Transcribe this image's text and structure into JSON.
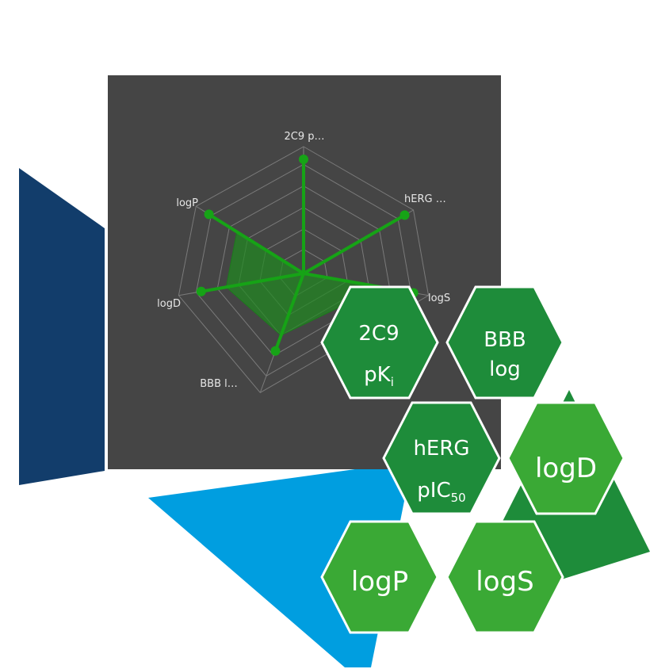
{
  "radar": {
    "axis_labels": [
      "2C9 p…",
      "hERG …",
      "logS",
      "BBB l…",
      "logD",
      "logP"
    ]
  },
  "chart_data": {
    "type": "radar",
    "axes": [
      "2C9 p…",
      "hERG …",
      "logS",
      "BBB l…",
      "logD",
      "logP"
    ],
    "series": [
      {
        "values": [
          0.9,
          0.92,
          0.88,
          0.65,
          0.82,
          0.88
        ]
      },
      {
        "values": [
          0.0,
          0.0,
          0.62,
          0.52,
          0.62,
          0.62
        ]
      }
    ],
    "rlim": [
      0,
      1
    ],
    "rings": 6,
    "colors": {
      "spoke": "#16a316",
      "fill": "#1f8a1f"
    }
  },
  "hexagons": [
    {
      "line1": "2C9",
      "line2_main": "pK",
      "line2_sub": "i",
      "color": "#1e8c3a"
    },
    {
      "line1": "BBB",
      "line2_main": "log",
      "line2_sub": "",
      "color": "#1e8c3a"
    },
    {
      "line1": "hERG",
      "line2_main": "pIC",
      "line2_sub": "50",
      "color": "#1e8c3a"
    },
    {
      "line1": "logD",
      "line2_main": "",
      "line2_sub": "",
      "color": "#3aa935"
    },
    {
      "line1": "logP",
      "line2_main": "",
      "line2_sub": "",
      "color": "#3aa935"
    },
    {
      "line1": "logS",
      "line2_main": "",
      "line2_sub": "",
      "color": "#3aa935"
    }
  ],
  "colors": {
    "panel": "#454545",
    "navy": "#123d6b",
    "sky": "#009ee0",
    "dark_green": "#1e8c3a",
    "light_green": "#3aa935"
  }
}
